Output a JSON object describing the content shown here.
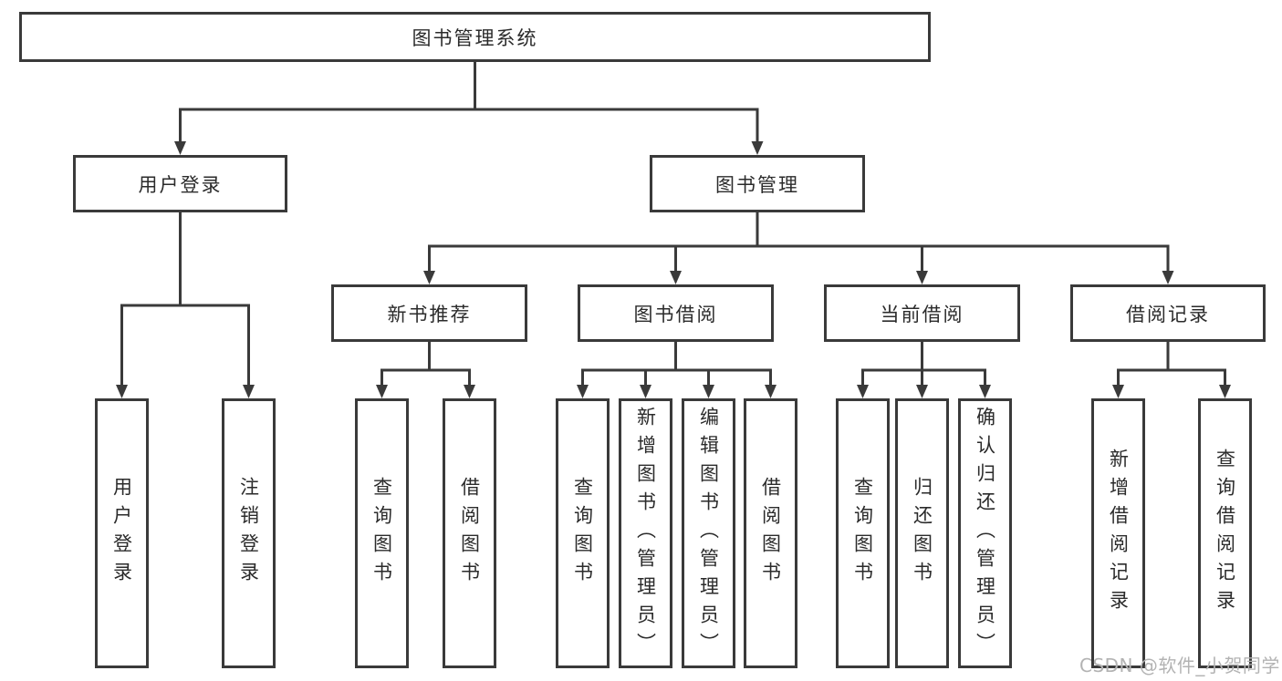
{
  "diagram": {
    "root": {
      "label": "图书管理系统"
    },
    "level2": [
      {
        "label": "用户登录"
      },
      {
        "label": "图书管理"
      }
    ],
    "level3": [
      {
        "label": "新书推荐"
      },
      {
        "label": "图书借阅"
      },
      {
        "label": "当前借阅"
      },
      {
        "label": "借阅记录"
      }
    ],
    "leaves": {
      "user_login": [
        "用户登录",
        "注销登录"
      ],
      "new_book": [
        "查询图书",
        "借阅图书"
      ],
      "book_borrow": [
        "查询图书",
        "新增图书（管理员）",
        "编辑图书（管理员）",
        "借阅图书"
      ],
      "current_borrow": [
        "查询图书",
        "归还图书",
        "确认归还（管理员）"
      ],
      "borrow_record": [
        "新增借阅记录",
        "查询借阅记录"
      ]
    }
  },
  "watermark": {
    "text": "CSDN @软件_小贺同学"
  },
  "colors": {
    "line": "#3a3a3a",
    "text": "#2b2b2b",
    "watermark": "#b3b3b3",
    "background": "#ffffff"
  }
}
